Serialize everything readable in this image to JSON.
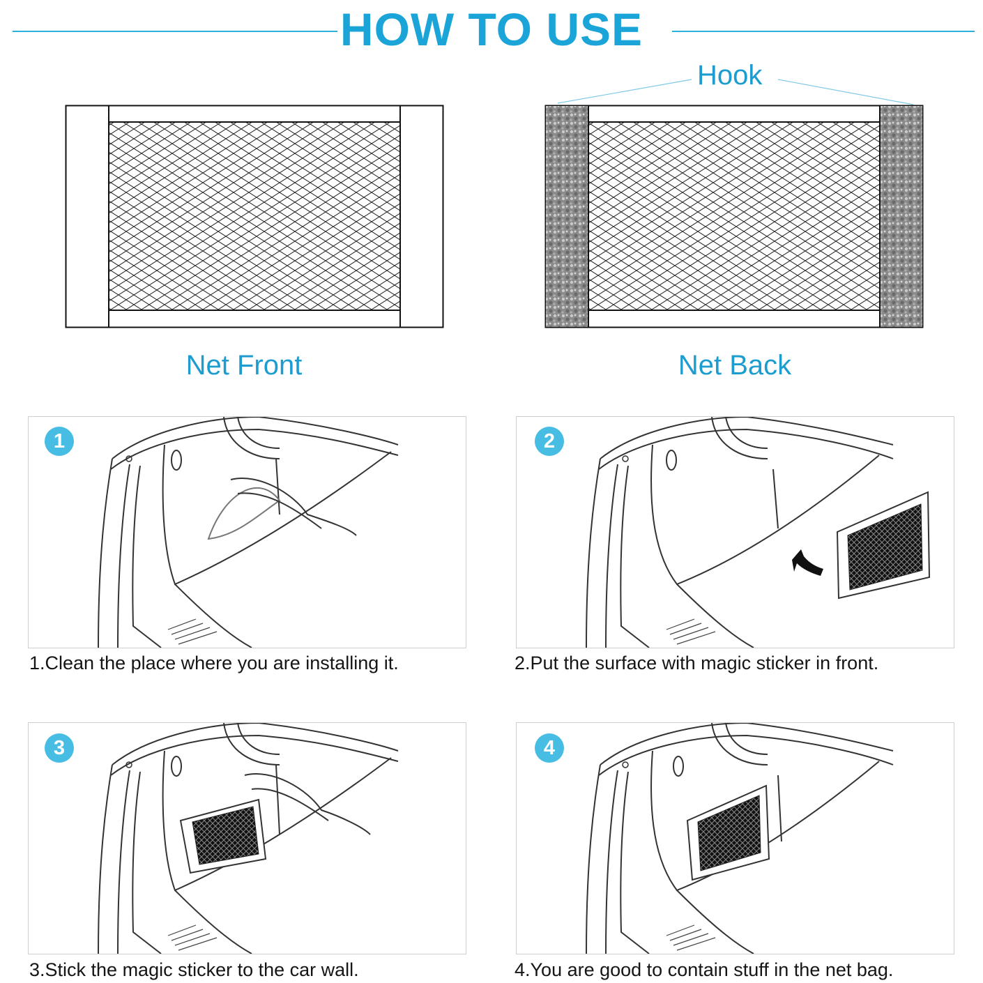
{
  "header": {
    "title": "HOW TO USE"
  },
  "diagram": {
    "front_label": "Net Front",
    "back_label": "Net Back",
    "hook_label": "Hook"
  },
  "steps": [
    {
      "number": "1",
      "text": "1.Clean the place where you are installing it."
    },
    {
      "number": "2",
      "text": "2.Put the surface with magic sticker in front."
    },
    {
      "number": "3",
      "text": "3.Stick the magic sticker to the car wall."
    },
    {
      "number": "4",
      "text": "4.You are good to contain stuff in the net bag."
    }
  ],
  "colors": {
    "accent": "#1aa4d8",
    "badge": "#48bde3",
    "rule": "#2bb0dc"
  }
}
